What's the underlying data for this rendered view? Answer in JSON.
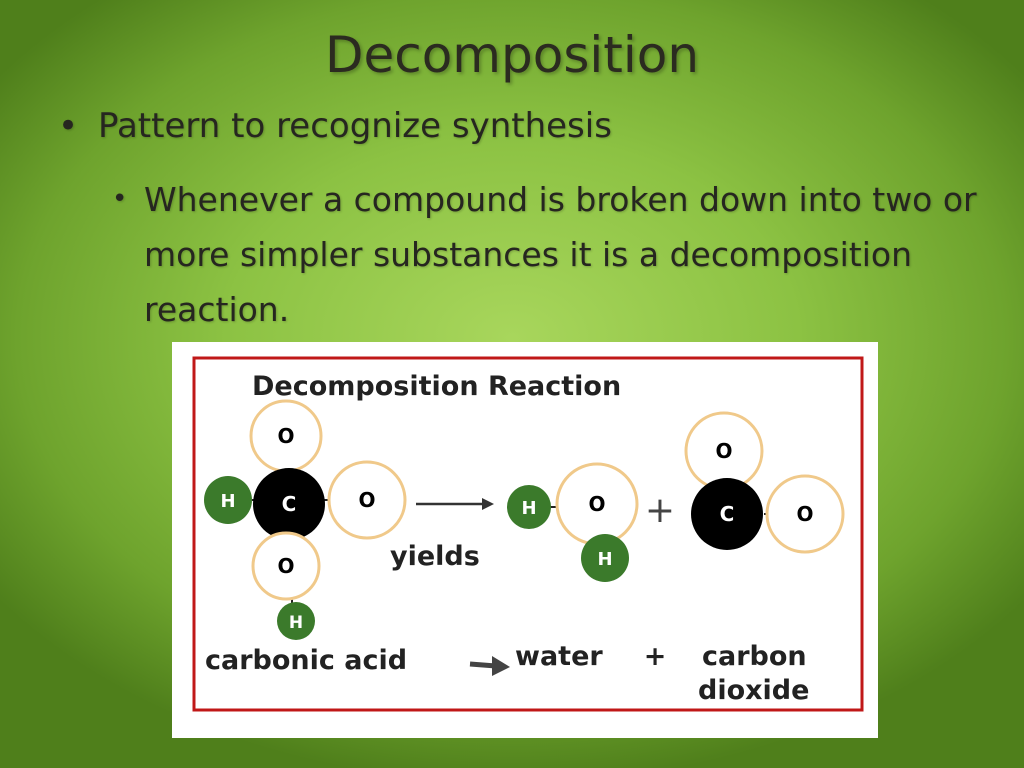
{
  "slide": {
    "title": "Decomposition",
    "bullet_1": "Pattern to recognize synthesis",
    "bullet_2": "Whenever a compound is broken down into two or more simpler substances it is a decomposition reaction.",
    "bullet_glyph": "•"
  },
  "diagram": {
    "heading": "Decomposition Reaction",
    "atoms": {
      "oxygen": "O",
      "carbon": "C",
      "hydrogen": "H"
    },
    "yields_label": "yields",
    "plus_sign": "+",
    "word_equation": {
      "reactant": "carbonic acid",
      "product_1": "water",
      "plus": "+",
      "product_2_line1": "carbon",
      "product_2_line2": "dioxide"
    },
    "colors": {
      "hydrogen": "#3b7a2b",
      "carbon": "#000000",
      "oxygen_ring": "#f0c98a",
      "frame": "#c01818"
    }
  }
}
